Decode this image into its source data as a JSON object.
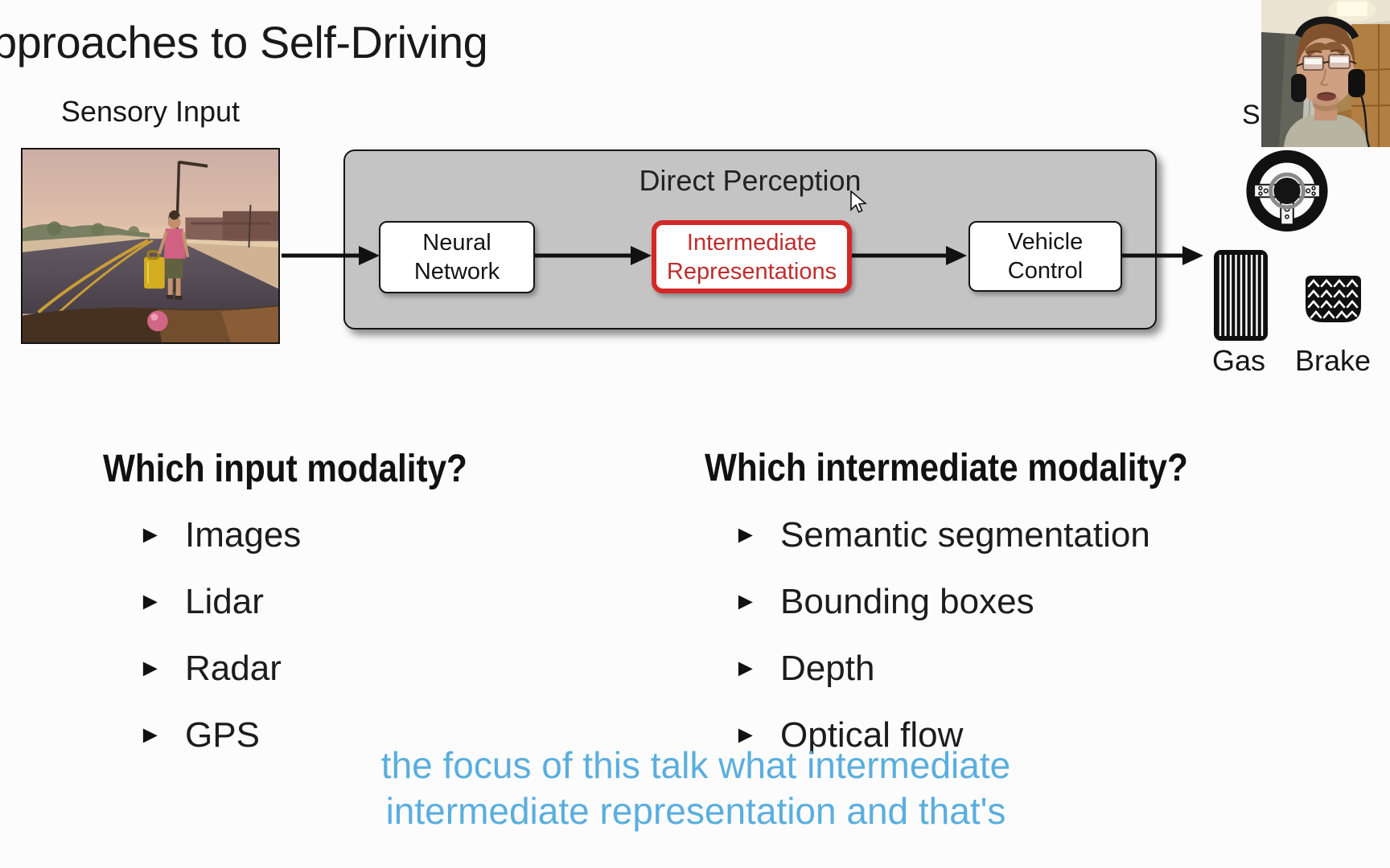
{
  "slide": {
    "title": "pproaches to Self-Driving",
    "sensory_input_label": "Sensory Input",
    "diagram": {
      "container_label": "Direct Perception",
      "nodes": [
        {
          "line1": "Neural",
          "line2": "Network",
          "highlighted": false
        },
        {
          "line1": "Intermediate",
          "line2": "Representations",
          "highlighted": true
        },
        {
          "line1": "Vehicle",
          "line2": "Control",
          "highlighted": false
        }
      ],
      "outputs": {
        "steering_partial_label": "S",
        "gas_label": "Gas",
        "brake_label": "Brake"
      }
    },
    "questions": [
      {
        "heading": "Which input modality?",
        "items": [
          "Images",
          "Lidar",
          "Radar",
          "GPS"
        ]
      },
      {
        "heading": "Which intermediate modality?",
        "items": [
          "Semantic segmentation",
          "Bounding boxes",
          "Depth",
          "Optical flow"
        ]
      }
    ],
    "caption": {
      "line1": "the focus of this talk what intermediate",
      "line2": "intermediate representation and that's"
    }
  },
  "icons": {
    "bullet": "►"
  },
  "colors": {
    "accent_red": "#d42828",
    "red_text": "#bf2d2d",
    "caption_blue": "#5aaede",
    "panel_gray": "#c4c4c4",
    "ink": "#141414",
    "background": "#fcfcfc"
  }
}
